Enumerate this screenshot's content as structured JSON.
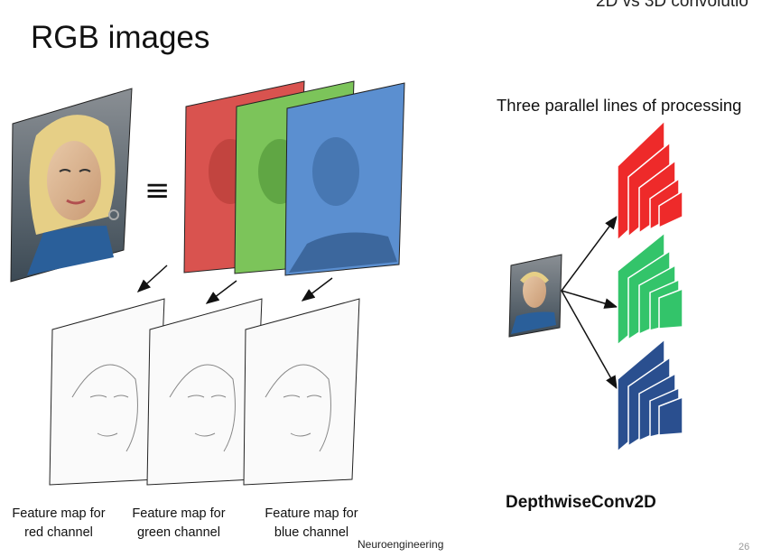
{
  "slide": {
    "title": "RGB images",
    "corner_text": "2D vs 3D convolutio",
    "right_heading": "Three parallel lines of processing",
    "depthwise_title": "DepthwiseConv2D",
    "equivalence_symbol": "≡",
    "footer": "Neuroengineering",
    "page_number": "26"
  },
  "captions": [
    {
      "line1": "Feature map for",
      "line2": "red channel"
    },
    {
      "line1": "Feature map for",
      "line2": "green channel"
    },
    {
      "line1": "Feature map for",
      "line2": "blue channel"
    }
  ],
  "colors": {
    "red_channel": "#d9534f",
    "green_channel": "#7cc45a",
    "blue_channel": "#5b8fd0",
    "red_stack": "#ee2a2a",
    "green_stack": "#33c46a",
    "blue_stack": "#2a4f8f"
  },
  "icons": [
    "portrait-photo-icon",
    "arrow-icon",
    "equivalence-icon"
  ]
}
